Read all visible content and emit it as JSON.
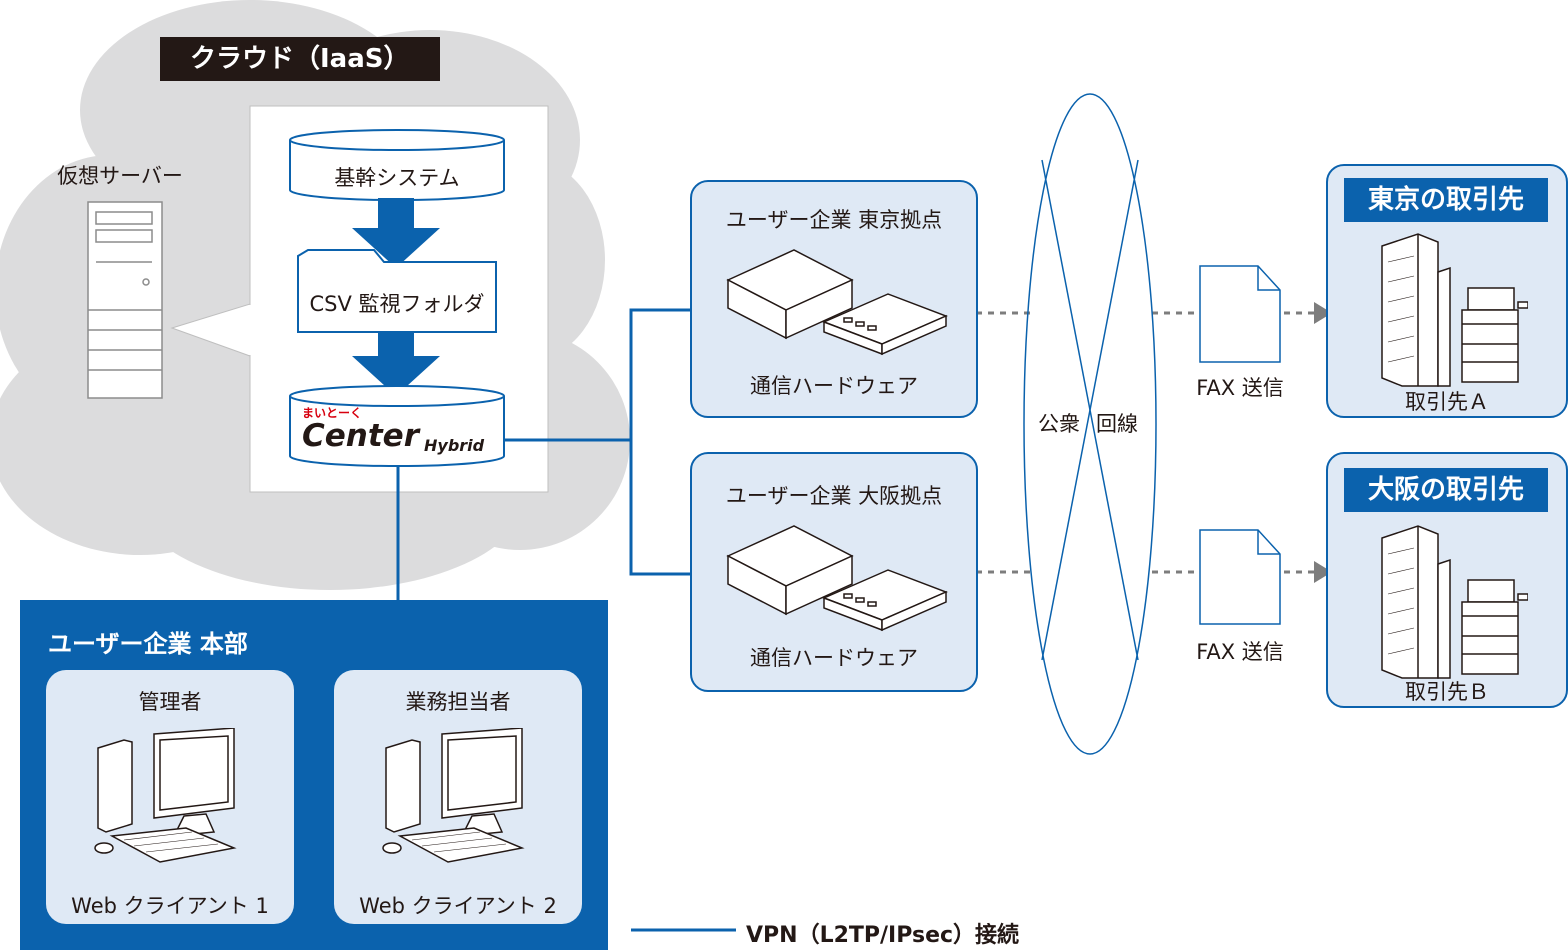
{
  "cloud": {
    "title": "クラウド（IaaS）",
    "virtual_server_label": "仮想サーバー"
  },
  "stack": {
    "core_system": "基幹システム",
    "csv_folder": "CSV 監視フォルダ",
    "logo_small": "まいとーく",
    "logo_main": "Center",
    "logo_sub": "Hybrid"
  },
  "sites": [
    {
      "title": "ユーザー企業 東京拠点",
      "hardware_label": "通信ハードウェア"
    },
    {
      "title": "ユーザー企業 大阪拠点",
      "hardware_label": "通信ハードウェア"
    }
  ],
  "public_line": {
    "label_left": "公衆",
    "label_right": "回線"
  },
  "fax": [
    {
      "label": "FAX 送信"
    },
    {
      "label": "FAX 送信"
    }
  ],
  "partners": [
    {
      "banner": "東京の取引先",
      "name": "取引先Ａ"
    },
    {
      "banner": "大阪の取引先",
      "name": "取引先Ｂ"
    }
  ],
  "hq": {
    "title": "ユーザー企業 本部",
    "clients": [
      {
        "role": "管理者",
        "client_label": "Web クライアント 1"
      },
      {
        "role": "業務担当者",
        "client_label": "Web クライアント 2"
      }
    ]
  },
  "legend": {
    "label": "VPN（L2TP/IPsec）接続"
  },
  "colors": {
    "accent": "#0b62ad",
    "light_fill": "#dfe9f5",
    "cloud": "#dcdcdd",
    "dark": "#231815",
    "dotted": "#7d7d7d"
  }
}
